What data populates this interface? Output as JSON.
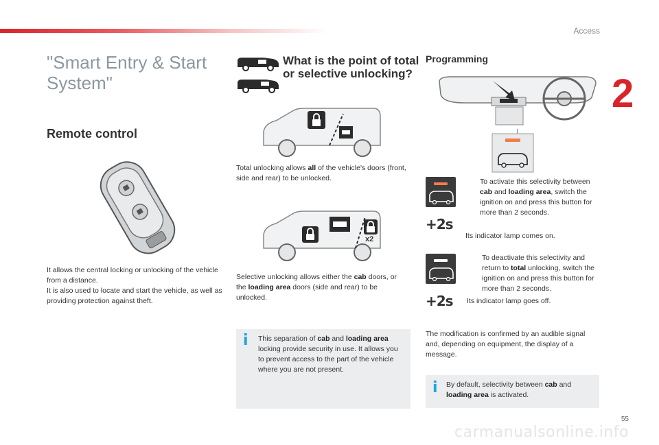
{
  "header": {
    "section": "Access",
    "chapter": "2",
    "page": "55"
  },
  "watermark": "carmanualsonline.info",
  "main_title": "\"Smart Entry & Start System\"",
  "remote": {
    "title": "Remote control",
    "p1": "It allows the central locking or unlocking of the vehicle from a distance.",
    "p2": "It is also used to locate and start the vehicle, as well as providing protection against theft."
  },
  "whatis": {
    "title": "What is the point of total or selective unlocking?",
    "total_a": "Total unlocking allows ",
    "total_b": "all",
    "total_c": " of the vehicle's doors (front, side and rear) to be unlocked.",
    "x2": "x2",
    "sel_a": "Selective unlocking allows either the ",
    "sel_b": "cab",
    "sel_c": " doors, or the ",
    "sel_d": "loading area",
    "sel_e": " doors (side and rear) to be unlocked.",
    "info_a": "This separation of ",
    "info_b": "cab",
    "info_c": " and ",
    "info_d": "loading area",
    "info_e": " locking provide security in use. It allows you to prevent access to the part of the vehicle where you are not present.",
    "info_icon": "i"
  },
  "programming": {
    "title": "Programming",
    "bullet": "",
    "plus2s": "+2s",
    "act_a": "To activate this selectivity between ",
    "act_b": "cab",
    "act_c": " and ",
    "act_d": "loading area",
    "act_e": ", switch the ignition on and press this button for more than 2 seconds.",
    "act_lamp": "Its indicator lamp comes on.",
    "deact_a": "To deactivate this selectivity and return to ",
    "deact_b": "total",
    "deact_c": " unlocking, switch the ignition on and press this button for more than 2 seconds.",
    "deact_lamp": "Its indicator lamp goes off.",
    "confirm": "The modification is confirmed by an audible signal and, depending on equipment, the display of a message.",
    "info_a": "By default, selectivity between ",
    "info_b": "cab",
    "info_c": " and ",
    "info_d": "loading area",
    "info_e": " is activated.",
    "info_icon": "i"
  },
  "colors": {
    "accent_red": "#d9242b",
    "info_blue": "#1ea5e0",
    "indicator_orange": "#f07d4a",
    "box_gray": "#ebedef"
  }
}
